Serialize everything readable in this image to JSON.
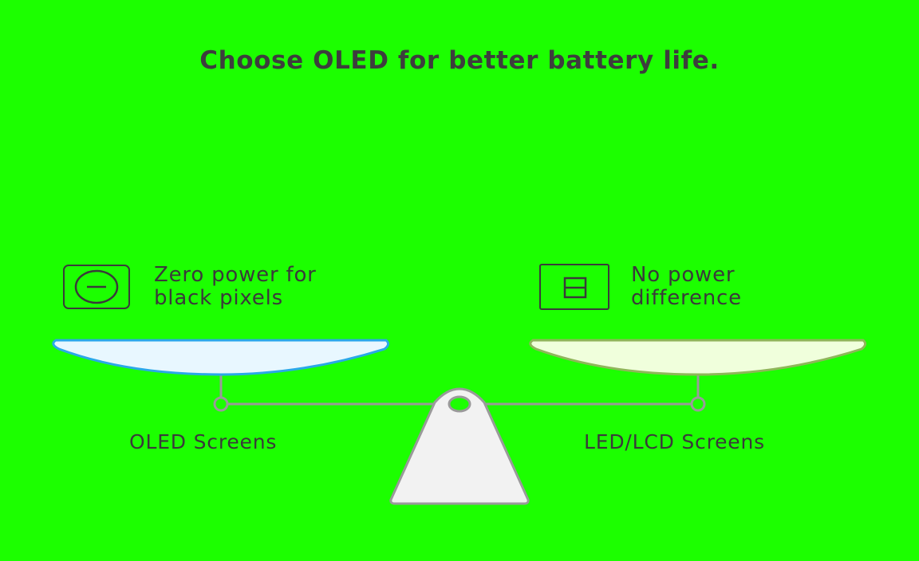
{
  "title": "Choose OLED for better battery life.",
  "colors": {
    "background": "#1cff00",
    "text": "#3a3a3a",
    "left_pan_fill": "#e8f7ff",
    "left_pan_stroke": "#2aa8e8",
    "right_pan_fill": "#f0ffdc",
    "right_pan_stroke": "#8fb65a",
    "beam": "#9a9a9a",
    "fulcrum_fill": "#f2f2f2"
  },
  "left": {
    "label": "OLED Screens",
    "icon": "circle-minus-icon",
    "point_line1": "Zero power for",
    "point_line2": "black pixels"
  },
  "right": {
    "label": "LED/LCD Screens",
    "icon": "split-square-icon",
    "point_line1": "No power",
    "point_line2": "difference"
  }
}
